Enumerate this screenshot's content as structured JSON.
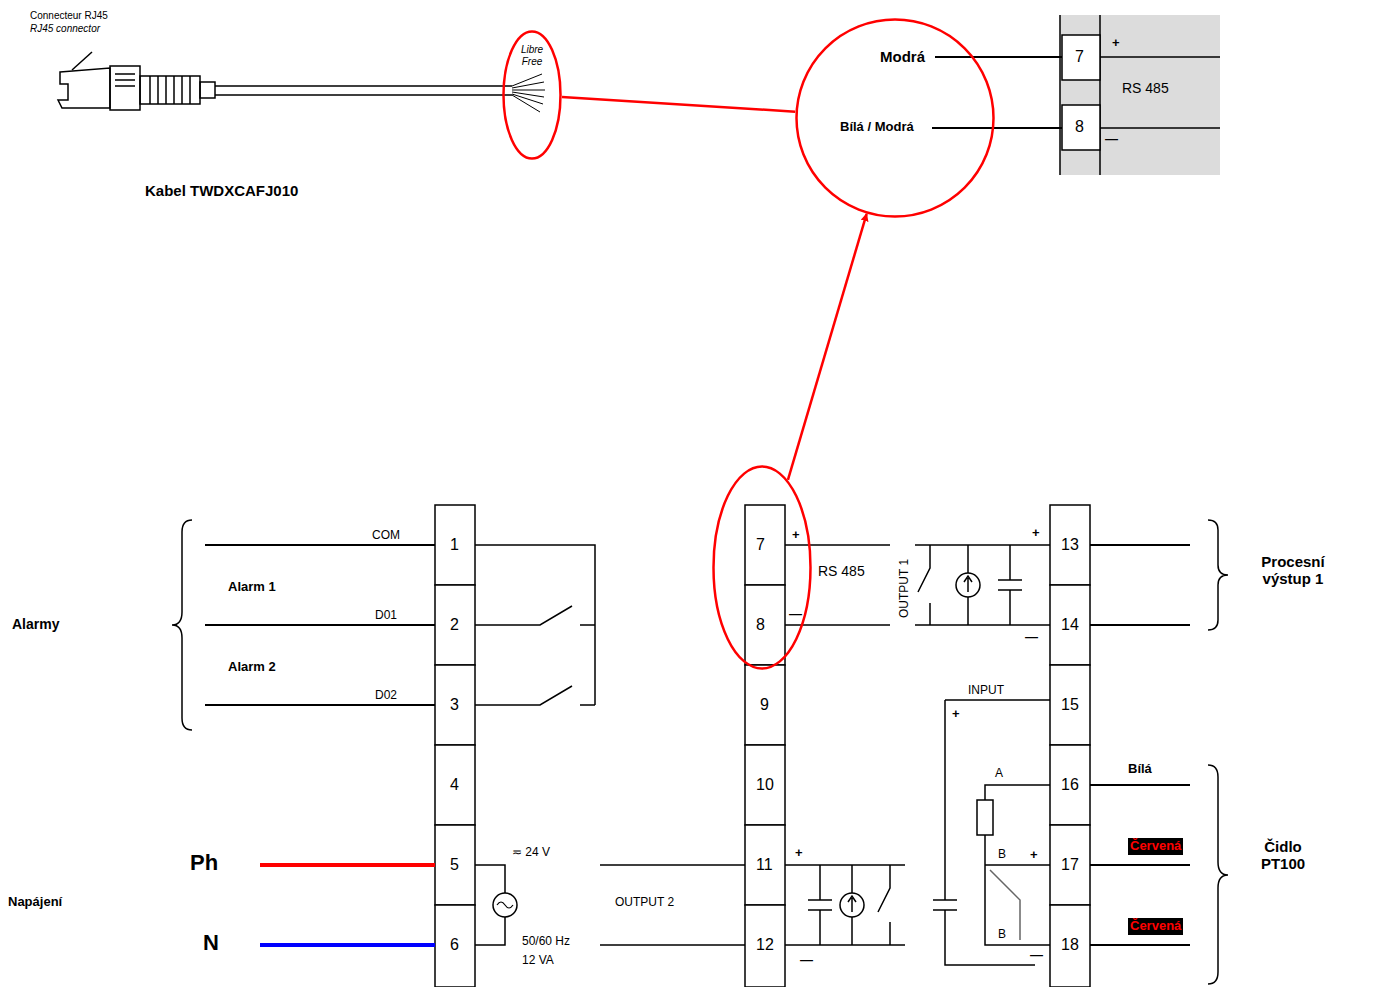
{
  "diagram": {
    "nodes": [
      {
        "text": [
          "Libre Free"
        ]
      },
      {
        "text": [
          "Modrá",
          "Bílá / Modrá"
        ]
      },
      {
        "text": [
          "7",
          "8"
        ]
      }
    ],
    "edges": [
      {
        "from": 0,
        "to": 1,
        "arrow": "none"
      },
      {
        "from": 2,
        "to": 1,
        "arrow": "to"
      }
    ],
    "labels": [
      "Connecteur RJ45",
      "RJ45 connector",
      "Kabel TWDXCAFJ010",
      "7",
      "+",
      "RS 485",
      "8",
      "—",
      "COM",
      "1",
      "Alarm 1",
      "D01",
      "2",
      "Alarm 2",
      "D02",
      "3",
      "Alarmy",
      "4",
      "Ph",
      "5",
      "Napájení",
      "N",
      "6",
      "≂ 24 V",
      "50/60 Hz",
      "12 VA",
      "OUTPUT 2",
      "9",
      "10",
      "11",
      "+",
      "12",
      "—",
      "OUTPUT 1",
      "+",
      "13",
      "14",
      "—",
      "INPUT",
      "15",
      "+",
      "A",
      "16",
      "B",
      "+",
      "17",
      "B",
      "—",
      "18",
      "Procesní výstup 1",
      "Bílá",
      "Červená",
      "Čidlo PT100",
      "Červená",
      "+",
      "RS 485",
      "—"
    ]
  }
}
